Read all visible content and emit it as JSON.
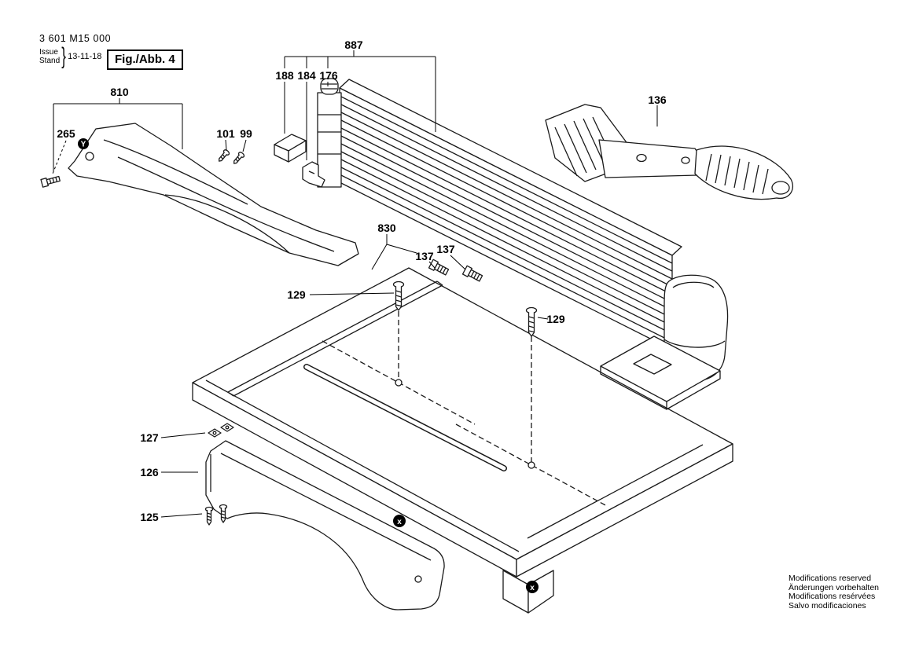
{
  "title_block": {
    "part_number": "3 601 M15 000",
    "issue_label": "Issue",
    "stand_label": "Stand",
    "brace": "}",
    "date": "13-11-18",
    "figure_label": "Fig./Abb. 4"
  },
  "callouts": {
    "c810": "810",
    "c265": "265",
    "c101": "101",
    "c99": "99",
    "c887": "887",
    "c188": "188",
    "c184": "184",
    "c176": "176",
    "c136": "136",
    "c830": "830",
    "c137a": "137",
    "c137b": "137",
    "c129a": "129",
    "c129b": "129",
    "c127": "127",
    "c126": "126",
    "c125": "125"
  },
  "badges": {
    "variant": "Y",
    "x1": "x",
    "x2": "x"
  },
  "footer": {
    "line1": "Modifications reserved",
    "line2": "Änderungen vorbehalten",
    "line3": "Modifications resérvées",
    "line4": "Salvo modificaciones"
  },
  "colors": {
    "line": "#1a1a1a",
    "background": "#ffffff"
  }
}
